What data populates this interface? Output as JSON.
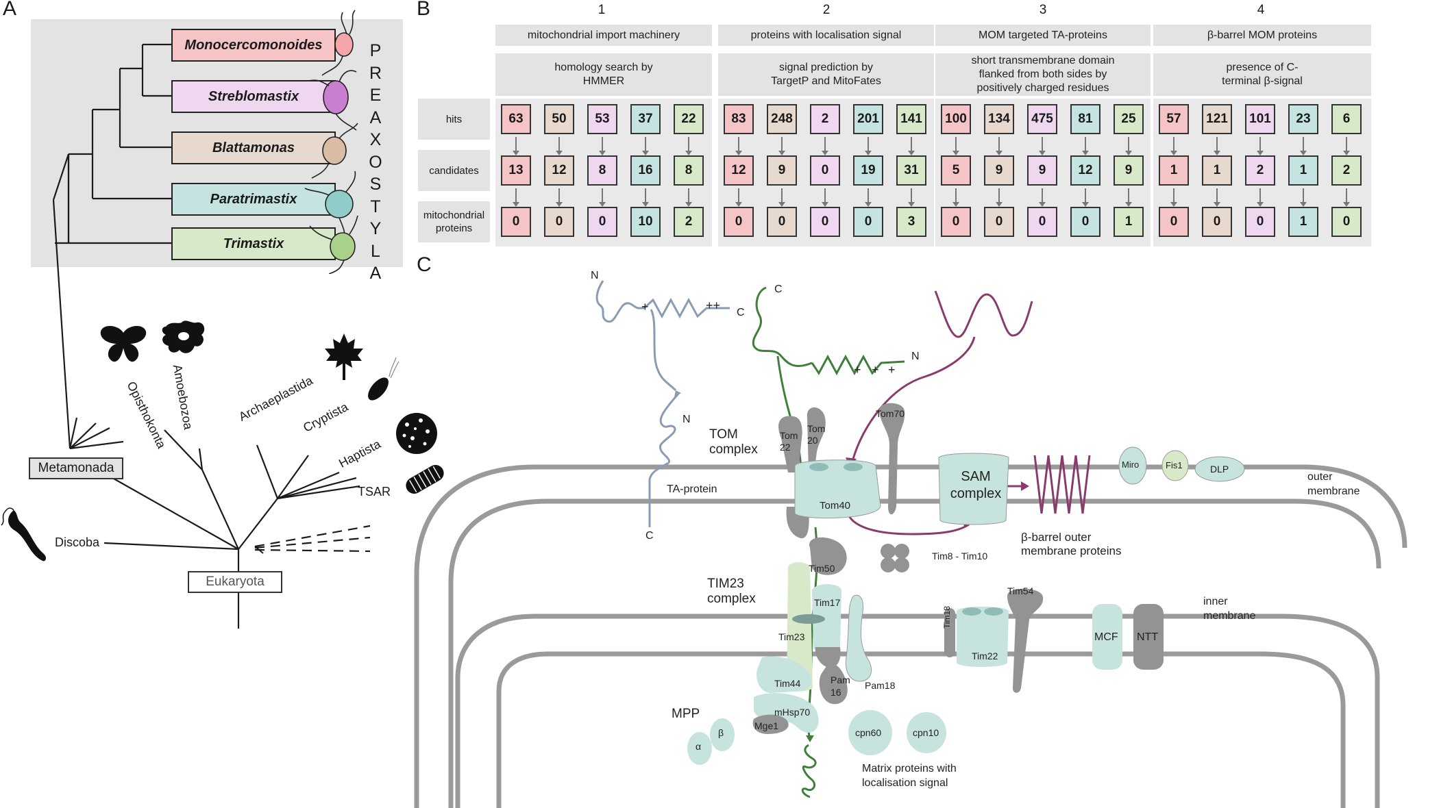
{
  "panels": {
    "a": "A",
    "b": "B",
    "c": "C"
  },
  "colors": {
    "monocercomonoides": "#f4c4c6",
    "streblomastix": "#f0d7f0",
    "blattamonas": "#e8d9cf",
    "paratrimastix": "#c5e4e1",
    "trimastix": "#d7e9c9",
    "complex": "#c6e3de",
    "grey_protein": "#939393",
    "membrane": "#9a9a9a",
    "green_chain": "#3f7f3a",
    "purple_chain": "#8a3b6e",
    "blue_chain": "#8a9bb5"
  },
  "panel_a": {
    "taxa": [
      "Monocercomonoides",
      "Streblomastix",
      "Blattamonas",
      "Paratrimastix",
      "Trimastix"
    ],
    "preaxostyla_letters": [
      "P",
      "R",
      "E",
      "A",
      "X",
      "O",
      "S",
      "T",
      "Y",
      "L",
      "A"
    ],
    "metamonada": "Metamonada",
    "eukaryota": "Eukaryota",
    "clades": {
      "opisthokonta": "Opisthokonta",
      "amoebozoa": "Amoebozoa",
      "archaeplastida": "Archaeplastida",
      "cryptista": "Cryptista",
      "haptista": "Haptista",
      "tsar": "TSAR",
      "discoba": "Discoba"
    },
    "silhouettes": [
      "butterfly-icon",
      "amoeba-icon",
      "maple-leaf-icon",
      "cryptomonad-icon",
      "haptophyte-icon",
      "diatom-icon",
      "euglenid-icon"
    ]
  },
  "panel_b": {
    "columns": [
      {
        "num": "1",
        "title": "mitochondrial import machinery",
        "method": "homology search by HMMER",
        "hits": [
          "63",
          "50",
          "53",
          "37",
          "22"
        ],
        "candidates": [
          "13",
          "12",
          "8",
          "16",
          "8"
        ],
        "mito": [
          "0",
          "0",
          "0",
          "10",
          "2"
        ]
      },
      {
        "num": "2",
        "title": "proteins with localisation signal",
        "method": "signal prediction by TargetP and MitoFates",
        "hits": [
          "83",
          "248",
          "2",
          "201",
          "141"
        ],
        "candidates": [
          "12",
          "9",
          "0",
          "19",
          "31"
        ],
        "mito": [
          "0",
          "0",
          "0",
          "0",
          "3"
        ]
      },
      {
        "num": "3",
        "title": "MOM targeted TA-proteins",
        "method": "short transmembrane domain flanked from both sides by positively charged residues",
        "hits": [
          "100",
          "134",
          "475",
          "81",
          "25"
        ],
        "candidates": [
          "5",
          "9",
          "9",
          "12",
          "9"
        ],
        "mito": [
          "0",
          "0",
          "0",
          "0",
          "1"
        ]
      },
      {
        "num": "4",
        "title": "β-barrel MOM proteins",
        "method": "presence of C-terminal β-signal",
        "hits": [
          "57",
          "121",
          "101",
          "23",
          "6"
        ],
        "candidates": [
          "1",
          "1",
          "2",
          "1",
          "2"
        ],
        "mito": [
          "0",
          "0",
          "0",
          "1",
          "0"
        ]
      }
    ],
    "row_labels": {
      "hits": "hits",
      "candidates": "candidates",
      "mito": "mitochondrial proteins"
    }
  },
  "panel_c": {
    "chain_n": "N",
    "chain_c": "C",
    "plus": "+",
    "plus2": "++",
    "tom_complex": "TOM complex",
    "ta_protein": "TA-protein",
    "tom22": "Tom 22",
    "tom20": "Tom 20",
    "tom70": "Tom70",
    "tom40": "Tom40",
    "sam_complex": "SAM complex",
    "beta_barrel": "β-barrel outer membrane proteins",
    "tim8_tim10": "Tim8 - Tim10",
    "miro": "Miro",
    "fis1": "Fis1",
    "dlp": "DLP",
    "outer_membrane": "outer membrane",
    "tim23_complex": "TIM23 complex",
    "tim50": "Tim50",
    "tim17": "Tim17",
    "tim23": "Tim23",
    "tim44": "Tim44",
    "pam16": "Pam 16",
    "pam18": "Pam18",
    "mhsp70": "mHsp70",
    "mge1": "Mge1",
    "mpp": "MPP",
    "alpha": "α",
    "beta": "β",
    "cpn60": "cpn60",
    "cpn10": "cpn10",
    "matrix_proteins": "Matrix proteins with localisation signal",
    "tim18": "Tim18",
    "tim22": "Tim22",
    "tim54": "Tim54",
    "mcf": "MCF",
    "ntt": "NTT",
    "inner_membrane": "inner membrane"
  }
}
